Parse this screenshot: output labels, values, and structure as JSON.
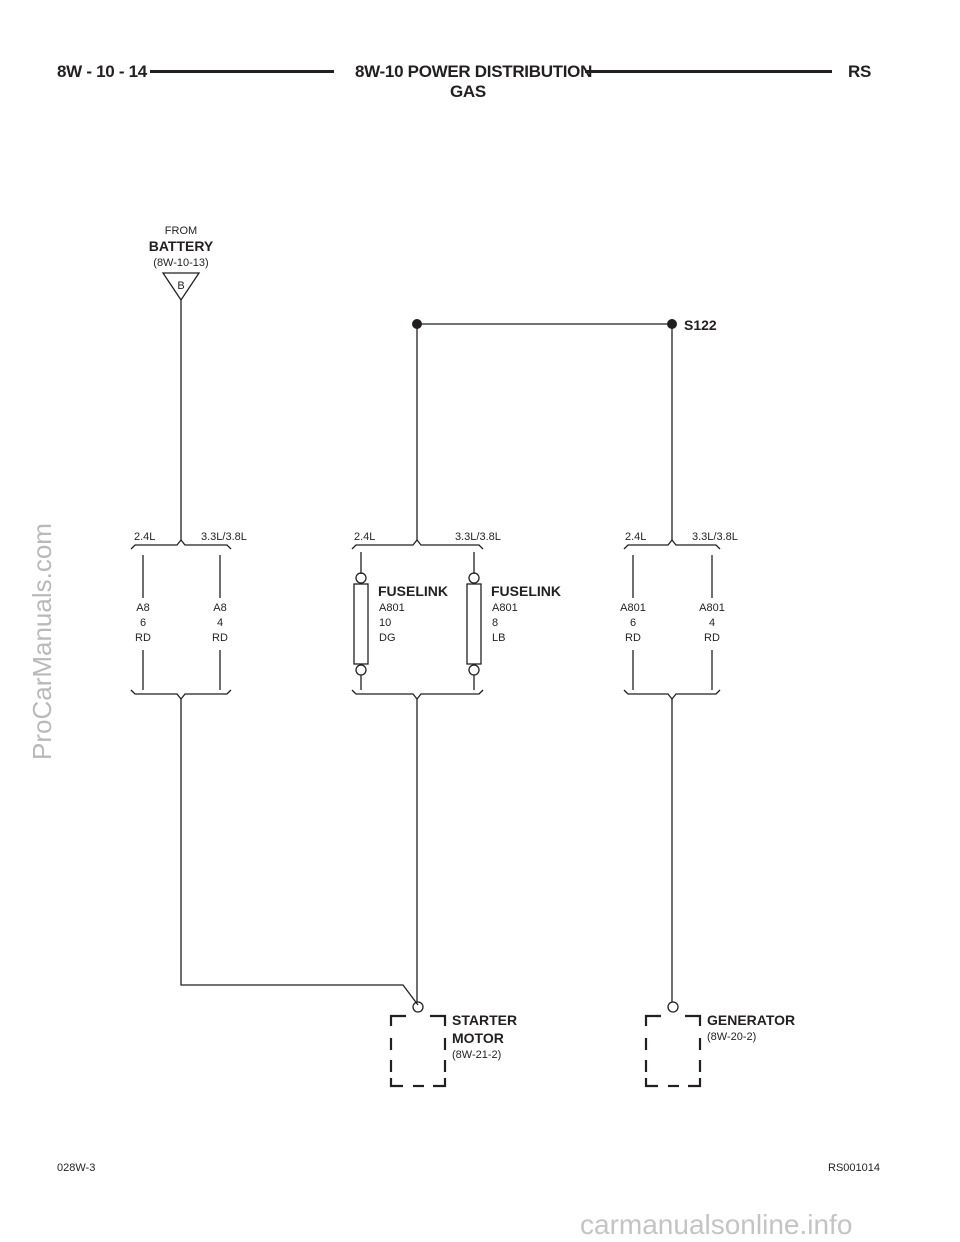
{
  "header": {
    "page_code": "8W - 10 - 14",
    "title_line1": "8W-10 POWER DISTRIBUTION",
    "title_line2": "GAS",
    "section": "RS"
  },
  "footer": {
    "left_code": "028W-3",
    "right_code": "RS001014"
  },
  "watermarks": {
    "side": "ProCarManuals.com",
    "bottom": "carmanualsonline.info"
  },
  "battery": {
    "from": "FROM",
    "name": "BATTERY",
    "ref": "(8W-10-13)",
    "connector_letter": "B"
  },
  "splice": {
    "label": "S122"
  },
  "groups": {
    "left": {
      "option_a": "2.4L",
      "option_b": "3.3L/3.8L",
      "wire_a": [
        "A8",
        "6",
        "RD"
      ],
      "wire_b": [
        "A8",
        "4",
        "RD"
      ]
    },
    "middle": {
      "option_a": "2.4L",
      "option_b": "3.3L/3.8L",
      "fuselink_a": {
        "title": "FUSELINK",
        "lines": [
          "A801",
          "10",
          "DG"
        ]
      },
      "fuselink_b": {
        "title": "FUSELINK",
        "lines": [
          "A801",
          "8",
          "LB"
        ]
      }
    },
    "right": {
      "option_a": "2.4L",
      "option_b": "3.3L/3.8L",
      "wire_a": [
        "A801",
        "6",
        "RD"
      ],
      "wire_b": [
        "A801",
        "4",
        "RD"
      ]
    }
  },
  "components": {
    "starter": {
      "line1": "STARTER",
      "line2": "MOTOR",
      "ref": "(8W-21-2)"
    },
    "generator": {
      "line1": "GENERATOR",
      "ref": "(8W-20-2)"
    }
  }
}
